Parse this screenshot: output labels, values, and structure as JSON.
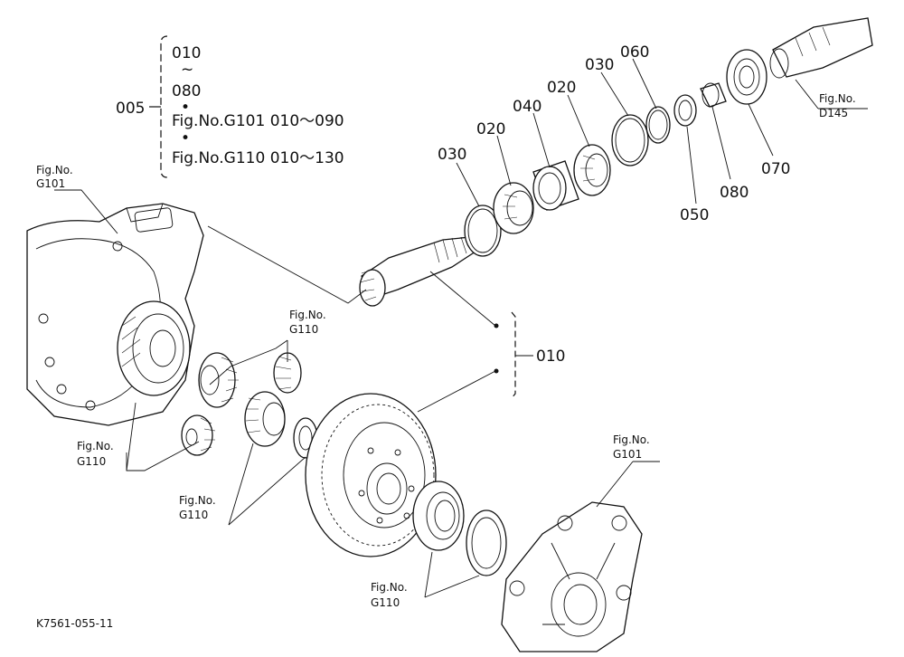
{
  "group_label": "005",
  "group_lines": [
    "010",
    "~",
    "080",
    "•",
    "Fig.No.G101  010～090",
    "•",
    "Fig.No.G110  010～130"
  ],
  "sub_group": "010",
  "part_labels": {
    "p030a": "030",
    "p020a": "020",
    "p040": "040",
    "p020b": "020",
    "p030b": "030",
    "p060": "060",
    "p050": "050",
    "p080": "080",
    "p070": "070"
  },
  "fig_refs": {
    "fig_g101_top": {
      "line1": "Fig.No.",
      "line2": "G101"
    },
    "fig_g110_a": {
      "line1": "Fig.No.",
      "line2": "G110"
    },
    "fig_g110_b": {
      "line1": "Fig.No.",
      "line2": "G110"
    },
    "fig_g110_c": {
      "line1": "Fig.No.",
      "line2": "G110"
    },
    "fig_g110_d": {
      "line1": "Fig.No.",
      "line2": "G110"
    },
    "fig_g101_bottom": {
      "line1": "Fig.No.",
      "line2": "G101"
    },
    "fig_d145": {
      "line1": "Fig.No.",
      "line2": "D145"
    }
  },
  "drawing_code": "K7561-055-11"
}
